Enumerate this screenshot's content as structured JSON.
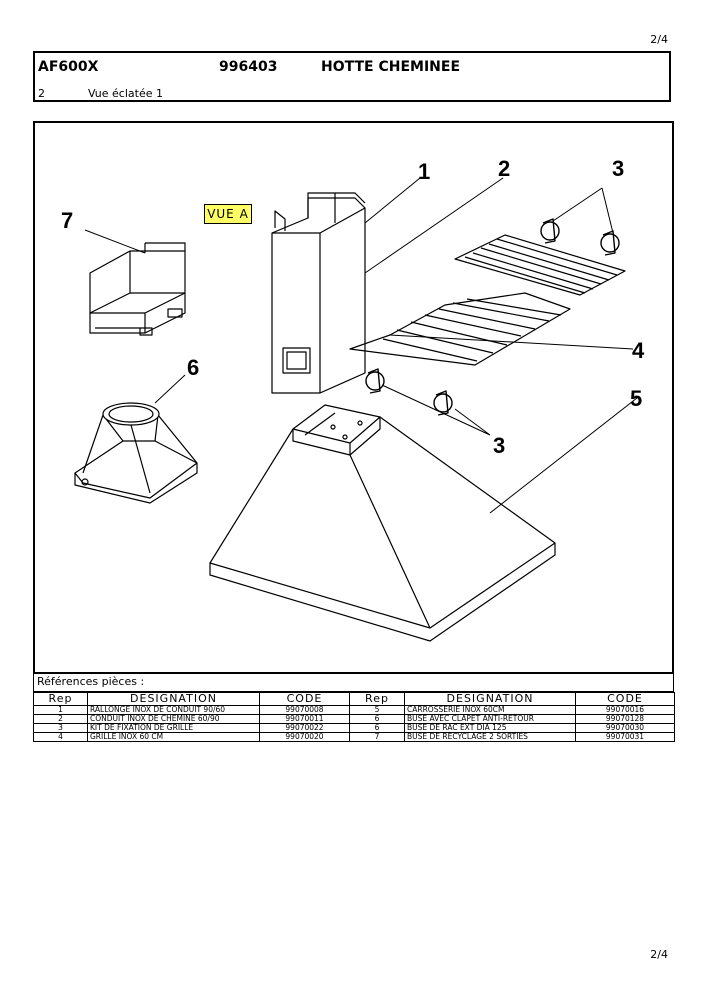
{
  "page": {
    "number": "2/4"
  },
  "header": {
    "model": "AF600X",
    "code": "996403",
    "title": "HOTTE CHEMINEE",
    "view_num": "2",
    "view_title": "Vue éclatée 1"
  },
  "drawing": {
    "vue_label": "VUE A",
    "callouts": [
      "1",
      "2",
      "3",
      "7",
      "6",
      "4",
      "5",
      "3"
    ]
  },
  "references": {
    "title": "Références pièces  :",
    "headers": [
      "Rep",
      "DESIGNATION",
      "CODE",
      "Rep",
      "DESIGNATION",
      "CODE"
    ],
    "rows": [
      [
        "1",
        "RALLONGE INOX DE CONDUIT 90/60",
        "99070008",
        "5",
        "CARROSSERIE INOX 60CM",
        "99070016"
      ],
      [
        "2",
        "CONDUIT INOX DE CHEMINE 60/90",
        "99070011",
        "6",
        "BUSE AVEC CLAPET ANTI-RETOUR",
        "99070128"
      ],
      [
        "3",
        "KIT DE FIXATION DE GRILLE",
        "99070022",
        "6",
        "BUSE DE RAC EXT DIA 125",
        "99070030"
      ],
      [
        "4",
        "GRILLE INOX 60 CM",
        "99070020",
        "7",
        "BUSE DE RECYCLAGE 2 SORTIES",
        "99070031"
      ]
    ]
  }
}
